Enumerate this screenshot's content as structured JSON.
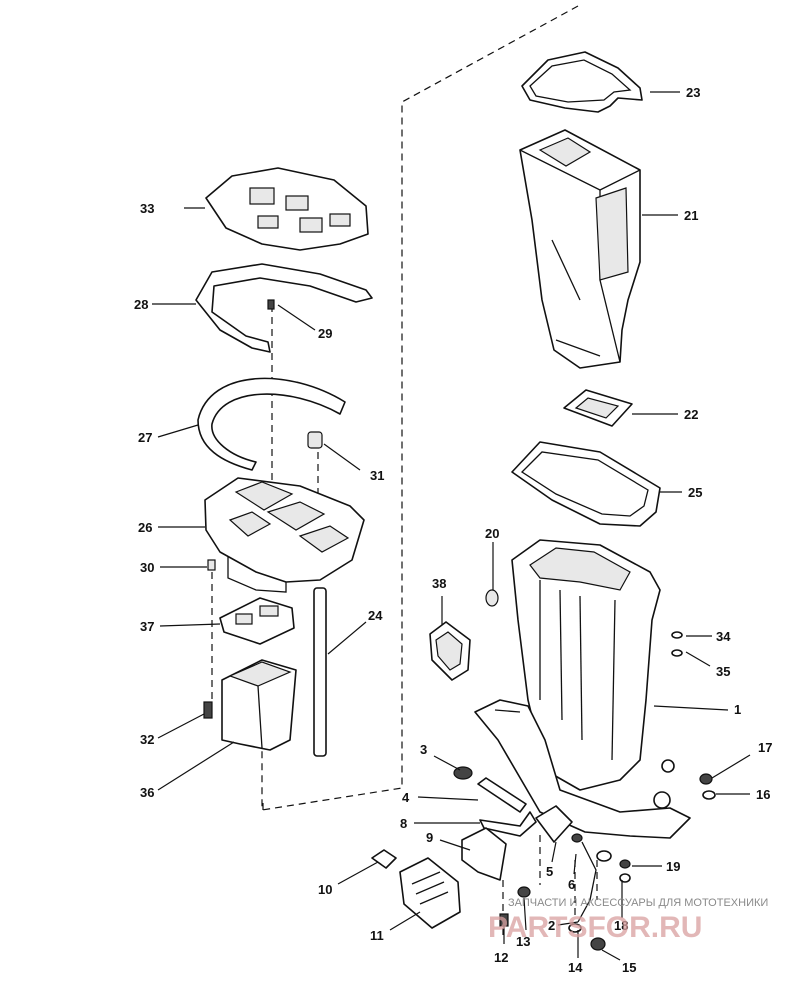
{
  "diagram": {
    "callouts": {
      "c1": "1",
      "c2": "2",
      "c3": "3",
      "c4": "4",
      "c5": "5",
      "c6": "6",
      "c8": "8",
      "c9": "9",
      "c10": "10",
      "c11": "11",
      "c12": "12",
      "c13": "13",
      "c14": "14",
      "c15": "15",
      "c16": "16",
      "c17": "17",
      "c18": "18",
      "c19": "19",
      "c20": "20",
      "c21": "21",
      "c22": "22",
      "c23": "23",
      "c24": "24",
      "c25": "25",
      "c26": "26",
      "c27": "27",
      "c28": "28",
      "c29": "29",
      "c30": "30",
      "c31": "31",
      "c32": "32",
      "c33": "33",
      "c34": "34",
      "c35": "35",
      "c36": "36",
      "c37": "37",
      "c38": "38"
    }
  },
  "watermark": {
    "tagline": "ЗАПЧАСТИ И АКСЕССУАРЫ ДЛЯ МОТОТЕХНИКИ",
    "site": "PARTSFOR.RU"
  }
}
